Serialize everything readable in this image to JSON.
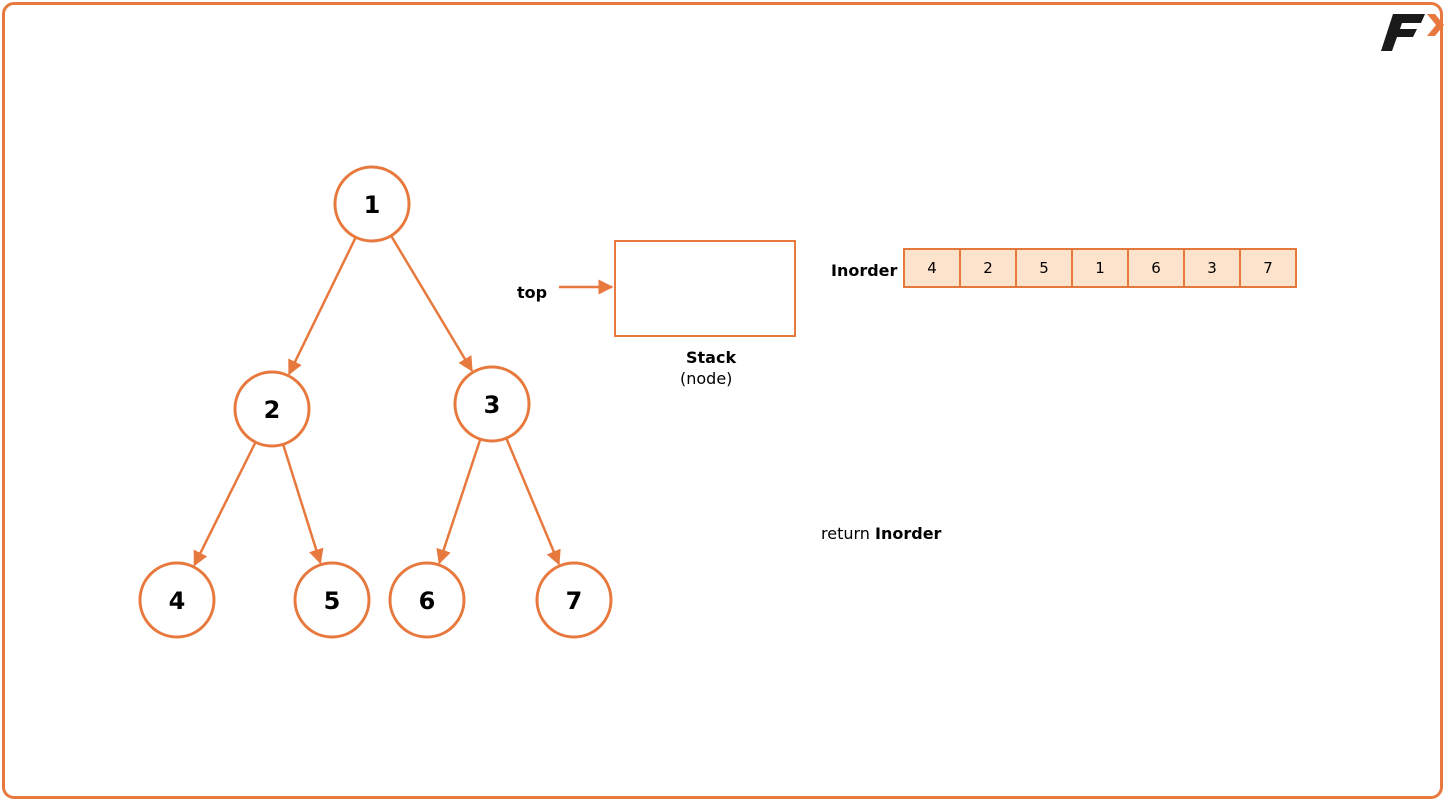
{
  "tree": {
    "nodes": [
      {
        "id": "1",
        "label": "1"
      },
      {
        "id": "2",
        "label": "2"
      },
      {
        "id": "3",
        "label": "3"
      },
      {
        "id": "4",
        "label": "4"
      },
      {
        "id": "5",
        "label": "5"
      },
      {
        "id": "6",
        "label": "6"
      },
      {
        "id": "7",
        "label": "7"
      }
    ],
    "edges": [
      {
        "from": "1",
        "to": "2"
      },
      {
        "from": "1",
        "to": "3"
      },
      {
        "from": "2",
        "to": "4"
      },
      {
        "from": "2",
        "to": "5"
      },
      {
        "from": "3",
        "to": "6"
      },
      {
        "from": "3",
        "to": "7"
      }
    ]
  },
  "stack": {
    "pointer_label": "top",
    "title": "Stack",
    "subtitle": "(node)",
    "items": []
  },
  "inorder": {
    "label": "Inorder",
    "values": [
      "4",
      "2",
      "5",
      "1",
      "6",
      "3",
      "7"
    ]
  },
  "result": {
    "prefix": "return",
    "variable": "Inorder"
  },
  "colors": {
    "accent": "#e8793e",
    "cell_fill": "#fde3cc",
    "text": "#000000",
    "logo_dark": "#1a1a1a"
  },
  "logo": {
    "icon": "brand-logo-f-arrow"
  }
}
